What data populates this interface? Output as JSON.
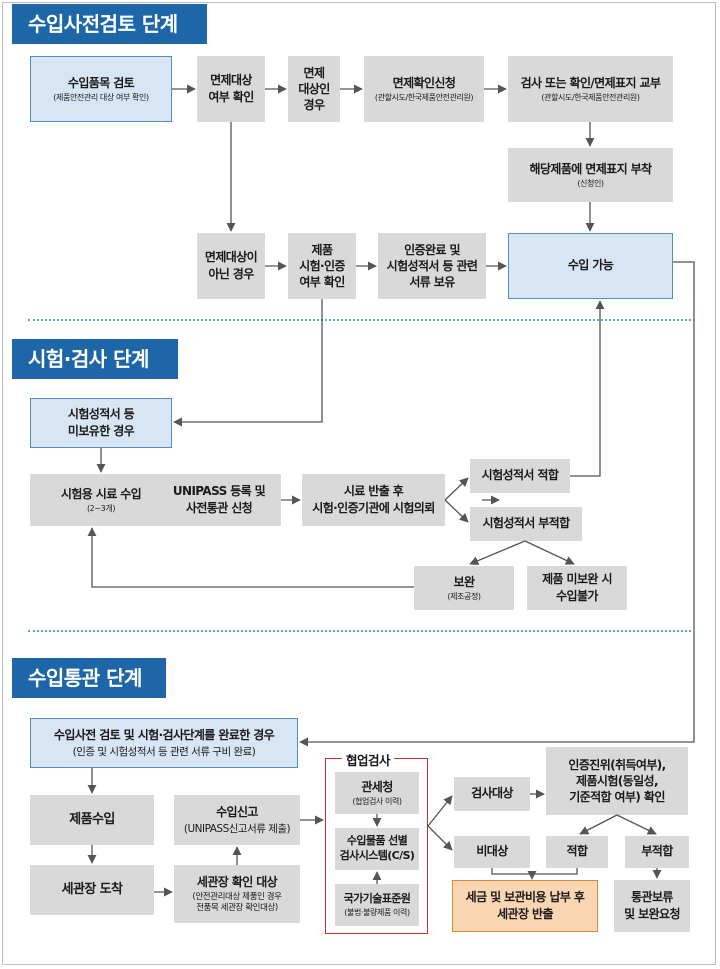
{
  "section1": {
    "title": "수입사전검토 단계",
    "import_review": {
      "title": "수입품목 검토",
      "sub": "(제품안전관리 대상 여부 확인)"
    },
    "exempt_check": {
      "line1": "면제대상",
      "line2": "여부 확인"
    },
    "exempt_case": {
      "line1": "면제",
      "line2": "대상인",
      "line3": "경우"
    },
    "exempt_apply": {
      "title": "면제확인신청",
      "sub": "(관할시도/한국제품안전관리원)"
    },
    "inspect_issue": {
      "title": "검사 또는 확인/면제표지 교부",
      "sub": "(관할시도/한국제품안전관리원)"
    },
    "mark_attach": {
      "title": "해당제품에 면제표지 부착",
      "sub": "(신청인)"
    },
    "not_exempt": {
      "line1": "면제대상이",
      "line2": "아닌 경우"
    },
    "cert_check": {
      "line1": "제품",
      "line2": "시험·인증",
      "line3": "여부 확인"
    },
    "cert_done": {
      "line1": "인증완료 및",
      "line2": "시험성적서 등 관련",
      "line3": "서류 보유"
    },
    "import_ok": "수입 가능"
  },
  "section2": {
    "title": "시험·검사 단계",
    "no_report": {
      "line1": "시험성적서 등",
      "line2": "미보유한 경우"
    },
    "sample_import": {
      "title": "시험용 시료 수입",
      "sub": "(2~3개)"
    },
    "unipass": {
      "line1": "UNIPASS  등록 및",
      "line2": "사전통관 신청"
    },
    "sample_release": {
      "line1": "시료 반출 후",
      "line2": "시험·인증기관에 시험의뢰"
    },
    "report_pass": "시험성적서 적합",
    "report_fail": "시험성적서 부적합",
    "supplement": {
      "title": "보완",
      "sub": "(제조공정)"
    },
    "no_supplement": {
      "line1": "제품 미보완 시",
      "line2": "수입불가"
    }
  },
  "section3": {
    "title": "수입통관 단계",
    "complete": {
      "title": "수입사전 검토 및 시험·검사단계를 완료한 경우",
      "sub": "(인증 및 시험성적서 등 관련 서류 구비 완료)"
    },
    "product_import": "제품수입",
    "customs_arrival": "세관장 도착",
    "import_declare": {
      "title": "수입신고",
      "sub": "(UNIPASS신고서류 제출)"
    },
    "customs_check": {
      "title": "세관장 확인 대상",
      "sub1": "(안전관리대상 제품인 경우",
      "sub2": "전품목 세관장 확인대상)"
    },
    "coop": {
      "title": "협업검사",
      "kcs": {
        "title": "관세청",
        "sub": "(협업검사 이력)"
      },
      "select": {
        "line1": "수입물품 선별",
        "line2": "검사시스템(C/S)"
      },
      "kats": {
        "title": "국가기술표준원",
        "sub": "(불법·불량제품 이력)"
      }
    },
    "inspect_target": "검사대상",
    "cert_confirm": {
      "line1": "인증진위(취득여부),",
      "line2": "제품시험(동일성,",
      "line3": "기준적합 여부) 확인"
    },
    "non_target": "비대상",
    "pass": "적합",
    "fail": "부적합",
    "tax_release": {
      "line1": "세금 및 보관비용 납부 후",
      "line2": "세관장 반출"
    },
    "hold": {
      "line1": "통관보류",
      "line2": "및 보완요청"
    }
  },
  "colors": {
    "section_bg": "#1d66a8",
    "box_gray": "#d9d9d9",
    "box_blue": "#d7e5f4",
    "box_blue_border": "#4d90c8",
    "box_orange": "#fbd6b3",
    "red_frame": "#cc2f2f",
    "arrow": "#555555",
    "divider": "#5aa6d6"
  }
}
